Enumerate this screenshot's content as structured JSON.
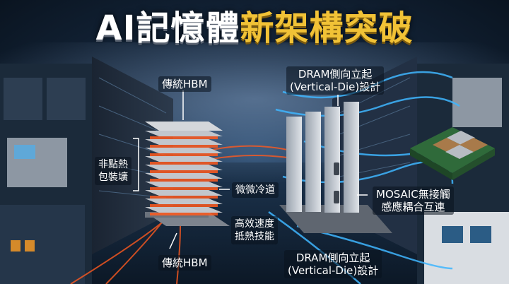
{
  "title": {
    "part1": "AI記憶體",
    "part2": "新架構突破"
  },
  "labels": {
    "hbm_top": "傳統HBM",
    "hbm_bottom": "傳統HBM",
    "non_dot_heat_line1": "非點熱",
    "non_dot_heat_line2": "包裝壙",
    "micro_cooling": "微微冷道",
    "efficient_line1": "高效速度",
    "efficient_line2": "抵熱技能",
    "dram_top_line1": "DRAM側向立起",
    "dram_top_line2": "(Vertical-Die)設計",
    "dram_bottom_line1": "DRAM側向立起",
    "dram_bottom_line2": "(Vertical-Die)設計",
    "mosaic_line1": "MOSAIC無接觸",
    "mosaic_line2": "感應耦合互連"
  },
  "colors": {
    "title_white": "#ffffff",
    "title_gold": "#f1c236",
    "heat": "#ff5a1f",
    "coolant": "#3fb6ff"
  }
}
